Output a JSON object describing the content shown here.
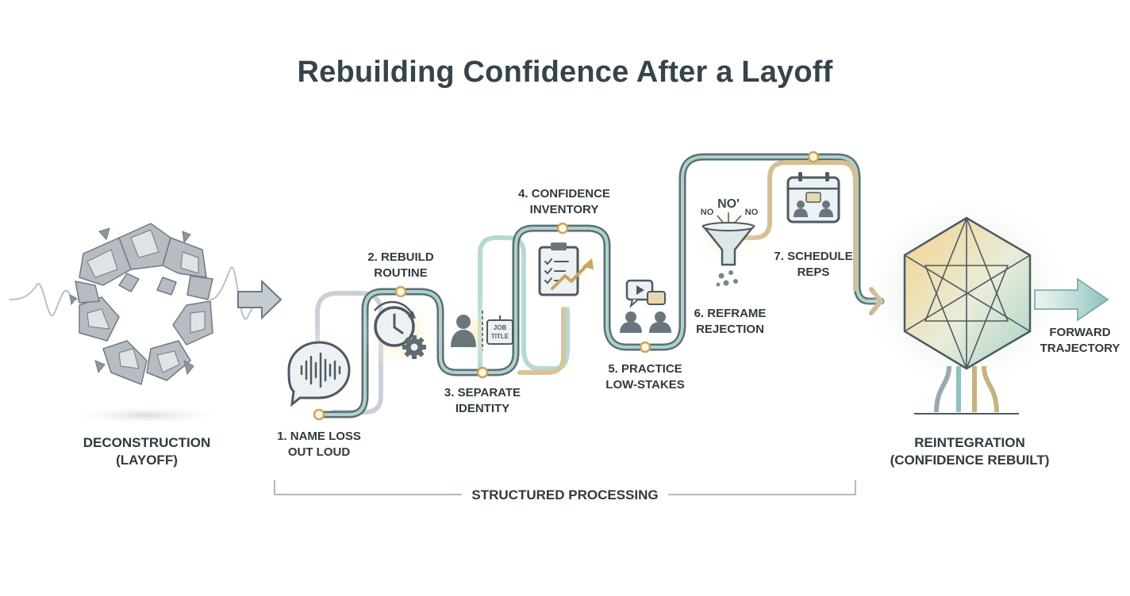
{
  "title": "Rebuilding Confidence After a Layoff",
  "start": {
    "line1": "DECONSTRUCTION",
    "line2": "(LAYOFF)"
  },
  "end": {
    "line1": "REINTEGRATION",
    "line2": "(CONFIDENCE REBUILT)"
  },
  "forward": {
    "line1": "FORWARD",
    "line2": "TRAJECTORY"
  },
  "steps": [
    {
      "line1": "1. NAME LOSS",
      "line2": "OUT LOUD",
      "icon": "speech-waveform-icon"
    },
    {
      "line1": "2. REBUILD",
      "line2": "ROUTINE",
      "icon": "clock-gear-icon"
    },
    {
      "line1": "3. SEPARATE",
      "line2": "IDENTITY",
      "icon": "person-job-title-icon"
    },
    {
      "line1": "4. CONFIDENCE",
      "line2": "INVENTORY",
      "icon": "clipboard-chart-icon"
    },
    {
      "line1": "5. PRACTICE",
      "line2": "LOW-STAKES",
      "icon": "video-chat-icon"
    },
    {
      "line1": "6. REFRAME",
      "line2": "REJECTION",
      "icon": "funnel-icon"
    },
    {
      "line1": "7. SCHEDULE",
      "line2": "REPS",
      "icon": "calendar-meeting-icon"
    }
  ],
  "job_title_tag": {
    "line1": "JOB",
    "line2": "TITLE"
  },
  "funnel_words": {
    "center": "NO'",
    "left": "NO",
    "right": "NO"
  },
  "bracket_label": "STRUCTURED PROCESSING",
  "colors": {
    "teal": "#8fc3bd",
    "tan": "#c7b184",
    "slate": "#9aa8b2",
    "dark": "#4d5a63",
    "glow": "#f6d28a"
  }
}
